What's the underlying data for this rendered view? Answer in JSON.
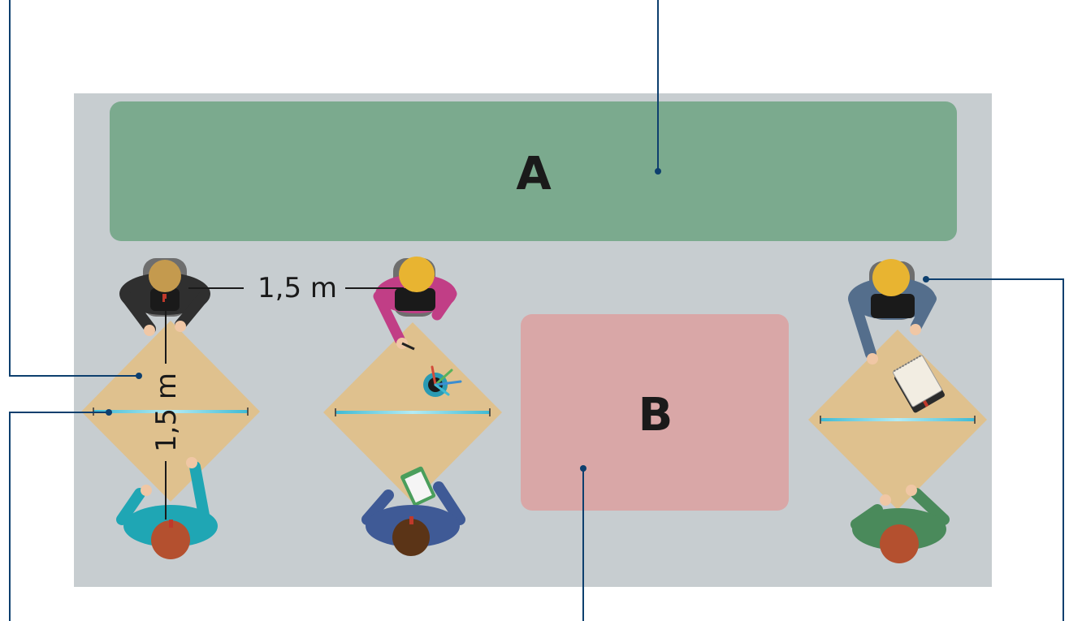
{
  "zones": {
    "a_label": "A",
    "b_label": "B"
  },
  "measurements": {
    "horizontal": "1,5 m",
    "vertical": "1,5 m"
  },
  "colors": {
    "floor": "#c7cdd0",
    "zone_a": "#7baa8e",
    "zone_b": "#d9a7a7",
    "table": "#dfc18e",
    "leader_line": "#0d3f6e",
    "divider": "#4fc4da"
  }
}
